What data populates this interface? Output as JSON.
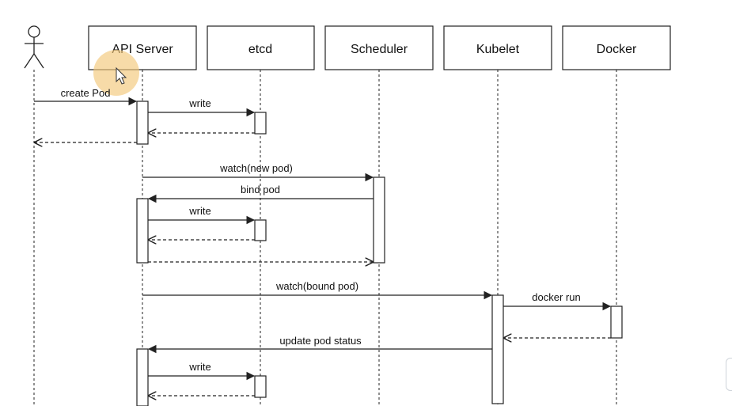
{
  "diagram": {
    "actor_label": "",
    "participants": [
      {
        "id": "api",
        "label": "API Server"
      },
      {
        "id": "etcd",
        "label": "etcd"
      },
      {
        "id": "scheduler",
        "label": "Scheduler"
      },
      {
        "id": "kubelet",
        "label": "Kubelet"
      },
      {
        "id": "docker",
        "label": "Docker"
      }
    ],
    "messages": [
      {
        "id": "m1",
        "from": "user",
        "to": "api",
        "label": "create Pod",
        "style": "solid"
      },
      {
        "id": "m2",
        "from": "api",
        "to": "etcd",
        "label": "write",
        "style": "solid"
      },
      {
        "id": "m3",
        "from": "etcd",
        "to": "api",
        "label": "",
        "style": "dashed"
      },
      {
        "id": "m4",
        "from": "api",
        "to": "user",
        "label": "",
        "style": "dashed"
      },
      {
        "id": "m5",
        "from": "api",
        "to": "scheduler",
        "label": "watch(new pod)",
        "style": "solid"
      },
      {
        "id": "m6",
        "from": "scheduler",
        "to": "api",
        "label": "bind pod",
        "style": "solid"
      },
      {
        "id": "m7",
        "from": "api",
        "to": "etcd",
        "label": "write",
        "style": "solid"
      },
      {
        "id": "m8",
        "from": "etcd",
        "to": "api",
        "label": "",
        "style": "dashed"
      },
      {
        "id": "m9",
        "from": "api",
        "to": "scheduler",
        "label": "",
        "style": "dashed"
      },
      {
        "id": "m10",
        "from": "api",
        "to": "kubelet",
        "label": "watch(bound pod)",
        "style": "solid"
      },
      {
        "id": "m11",
        "from": "kubelet",
        "to": "docker",
        "label": "docker run",
        "style": "solid"
      },
      {
        "id": "m12",
        "from": "docker",
        "to": "kubelet",
        "label": "",
        "style": "dashed"
      },
      {
        "id": "m13",
        "from": "kubelet",
        "to": "api",
        "label": "update pod status",
        "style": "solid"
      },
      {
        "id": "m14",
        "from": "api",
        "to": "etcd",
        "label": "write",
        "style": "solid"
      },
      {
        "id": "m15",
        "from": "etcd",
        "to": "api",
        "label": "",
        "style": "dashed"
      }
    ]
  },
  "overlay": {
    "cursor_highlight_color": "#f3c77a"
  }
}
